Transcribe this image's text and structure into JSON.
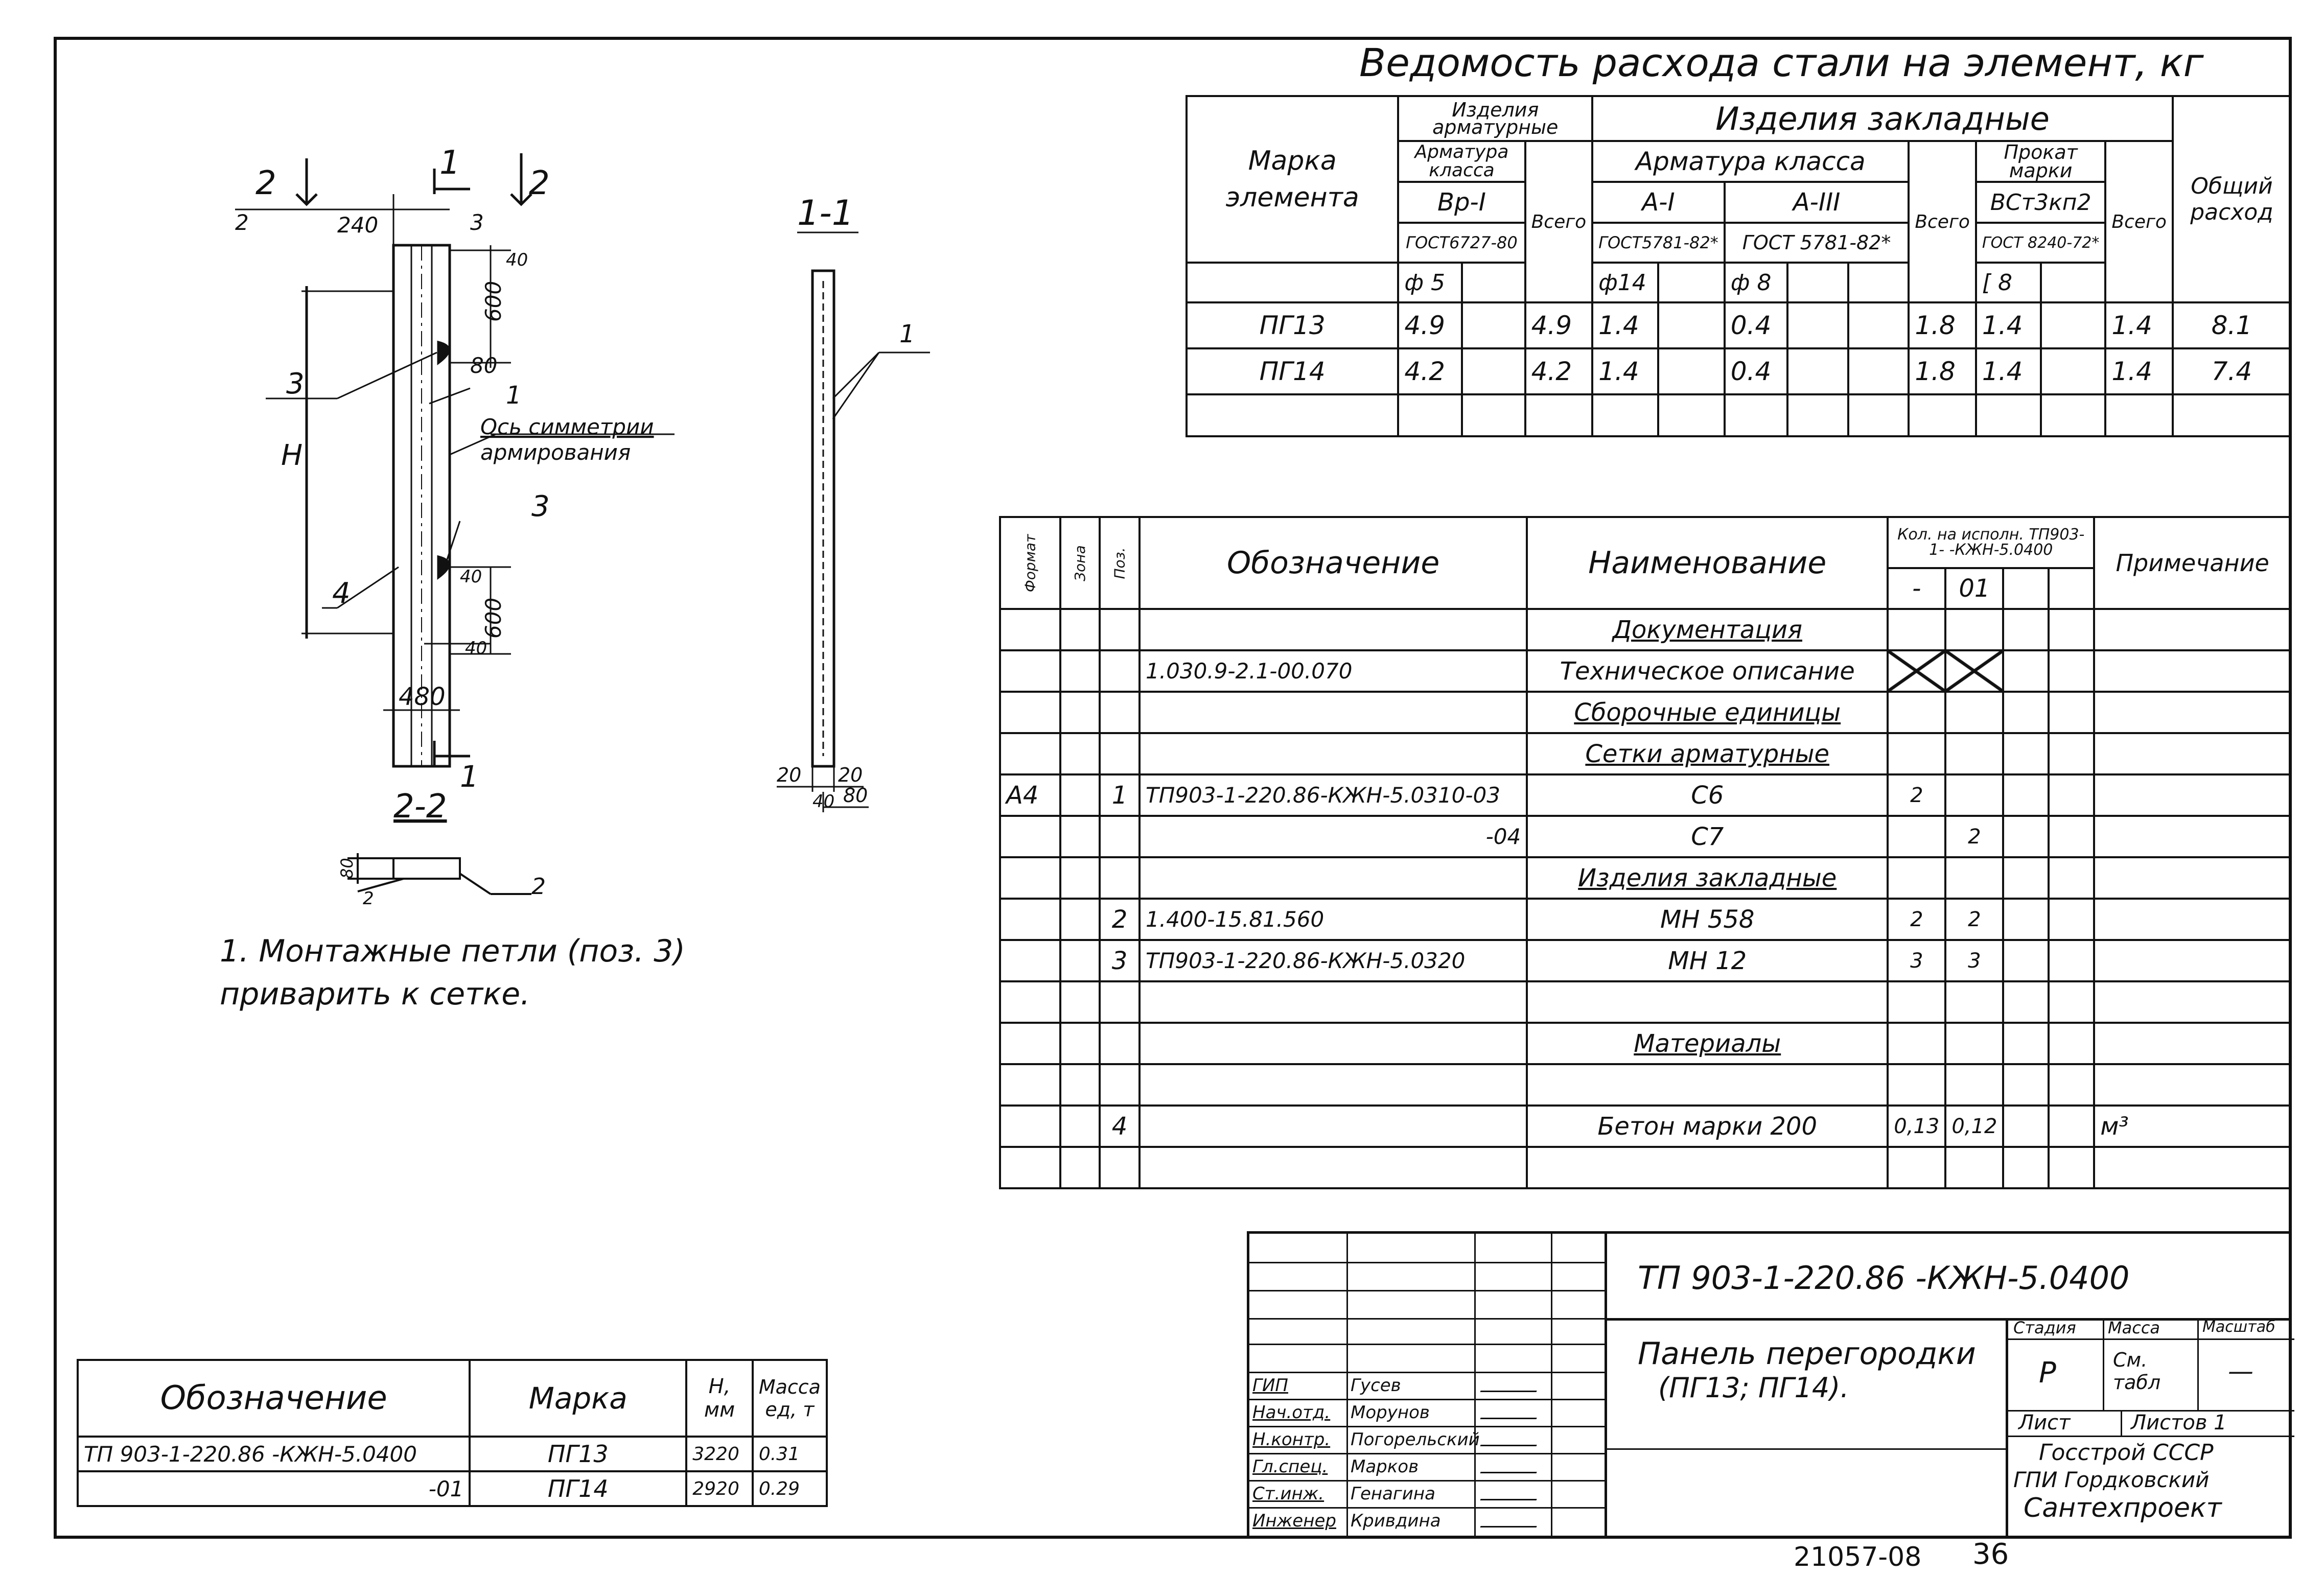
{
  "steel": {
    "title": "Ведомость расхода стали на элемент, кг",
    "h_mark": "Марка элемента",
    "h_arm": "Изделия арматурные",
    "h_emb": "Изделия закладные",
    "h_arm_class": "Арматура класса",
    "h_arm_class2": "Арматура класса",
    "h_rolled": "Прокат марки",
    "h_total": "Всего",
    "h_overall": "Общий расход",
    "cls_vp": "Вр-I",
    "cls_ai": "А-I",
    "cls_aiii": "А-III",
    "cls_vst": "ВСт3кп2",
    "gost_6727": "ГОСТ6727-80",
    "gost_5781a": "ГОСТ5781-82*",
    "gost_5781b": "ГОСТ 5781-82*",
    "gost_8240": "ГОСТ 8240-72*",
    "d5": "ф 5",
    "d14": "ф14",
    "d8": "ф 8",
    "c8": "[ 8",
    "rows": [
      {
        "mark": "ПГ13",
        "vp": "4.9",
        "arm_total": "4.9",
        "ai": "1.4",
        "aiii": "0.4",
        "emb_total": "1.8",
        "vst": "1.4",
        "rolled_total": "1.4",
        "overall": "8.1"
      },
      {
        "mark": "ПГ14",
        "vp": "4.2",
        "arm_total": "4.2",
        "ai": "1.4",
        "aiii": "0.4",
        "emb_total": "1.8",
        "vst": "1.4",
        "rolled_total": "1.4",
        "overall": "7.4"
      }
    ]
  },
  "spec": {
    "h_format": "Формат",
    "h_zone": "Зона",
    "h_pos": "Поз.",
    "h_desig": "Обозначение",
    "h_name": "Наименование",
    "h_qty": "Кол. на исполн. ТП903-1- -КЖН-5.0400",
    "h_dash": "-",
    "h_01": "01",
    "h_note": "Примечание",
    "rows": [
      {
        "fmt": "",
        "pos": "",
        "desig": "",
        "name": "Документация",
        "q1": "",
        "q2": "",
        "note": ""
      },
      {
        "fmt": "",
        "pos": "",
        "desig": "1.030.9-2.1-00.070",
        "name": "Техническое описание",
        "q1": "",
        "q2": "",
        "note": ""
      },
      {
        "fmt": "",
        "pos": "",
        "desig": "",
        "name": "Сборочные единицы",
        "q1": "",
        "q2": "",
        "note": ""
      },
      {
        "fmt": "",
        "pos": "",
        "desig": "",
        "name": "Сетки арматурные",
        "q1": "",
        "q2": "",
        "note": ""
      },
      {
        "fmt": "А4",
        "pos": "1",
        "desig": "ТП903-1-220.86-КЖН-5.0310-03",
        "name": "С6",
        "q1": "2",
        "q2": "",
        "note": ""
      },
      {
        "fmt": "",
        "pos": "",
        "desig": "-04",
        "name": "С7",
        "q1": "",
        "q2": "2",
        "note": ""
      },
      {
        "fmt": "",
        "pos": "",
        "desig": "",
        "name": "Изделия закладные",
        "q1": "",
        "q2": "",
        "note": ""
      },
      {
        "fmt": "",
        "pos": "2",
        "desig": "1.400-15.81.560",
        "name": "МН 558",
        "q1": "2",
        "q2": "2",
        "note": ""
      },
      {
        "fmt": "",
        "pos": "3",
        "desig": "ТП903-1-220.86-КЖН-5.0320",
        "name": "МН 12",
        "q1": "3",
        "q2": "3",
        "note": ""
      },
      {
        "fmt": "",
        "pos": "",
        "desig": "",
        "name": "",
        "q1": "",
        "q2": "",
        "note": ""
      },
      {
        "fmt": "",
        "pos": "",
        "desig": "",
        "name": "Материалы",
        "q1": "",
        "q2": "",
        "note": ""
      },
      {
        "fmt": "",
        "pos": "",
        "desig": "",
        "name": "",
        "q1": "",
        "q2": "",
        "note": ""
      },
      {
        "fmt": "",
        "pos": "4",
        "desig": "",
        "name": "Бетон марки 200",
        "q1": "0,13",
        "q2": "0,12",
        "note": "м³"
      },
      {
        "fmt": "",
        "pos": "",
        "desig": "",
        "name": "",
        "q1": "",
        "q2": "",
        "note": ""
      }
    ]
  },
  "drawing": {
    "sec11_top": "1",
    "sec11_top2": "1",
    "sec22_top": "2",
    "sec22_top2": "2",
    "dim_240": "240",
    "dim_3": "3",
    "dim_40a": "40",
    "dim_2": "2",
    "dim_600a": "600",
    "dim_80": "80",
    "dim_H": "Н",
    "label_3a": "3",
    "label_1": "1",
    "label_4": "4",
    "label_3b": "3",
    "axis_note": "Ось симметрии армирования",
    "dim_40b": "40",
    "dim_600b": "600",
    "dim_40c": "40",
    "dim_480": "480",
    "sec_1_1": "1-1",
    "s11_1": "1",
    "s11_20a": "20",
    "s11_20b": "20",
    "s11_40": "40",
    "s11_80": "80",
    "sec_2_2": "2-2",
    "s22_80": "80",
    "s22_2": "2",
    "s22_lbl": "2",
    "note": "1. Монтажные петли (поз. 3) приварить к сетке."
  },
  "marks": {
    "h_desig": "Обозначение",
    "h_mark": "Марка",
    "h_H": "Н, мм",
    "h_mass": "Масса ед, т",
    "rows": [
      {
        "desig": "ТП 903-1-220.86 -КЖН-5.0400",
        "mark": "ПГ13",
        "H": "3220",
        "mass": "0.31"
      },
      {
        "desig": "-01",
        "mark": "ПГ14",
        "H": "2920",
        "mass": "0.29"
      }
    ]
  },
  "stamp": {
    "code": "ТП 903-1-220.86 -КЖН-5.0400",
    "title1": "Панель перегородки",
    "title2": "(ПГ13; ПГ14).",
    "h_stage": "Стадия",
    "h_mass": "Масса",
    "h_scale": "Масштаб",
    "stage": "Р",
    "mass": "См. табл",
    "scale": "—",
    "sheet": "Лист",
    "sheets": "Листов 1",
    "org1": "Госстрой СССР",
    "org2": "ГПИ Гордковский",
    "org3": "Сантехпроект",
    "people": [
      {
        "role": "ГИП",
        "name": "Гусев"
      },
      {
        "role": "Нач.отд.",
        "name": "Морунов"
      },
      {
        "role": "Н.контр.",
        "name": "Погорельский"
      },
      {
        "role": "Гл.спец.",
        "name": "Марков"
      },
      {
        "role": "Ст.инж.",
        "name": "Генагина"
      },
      {
        "role": "Инженер",
        "name": "Кривдина"
      }
    ]
  },
  "footer": {
    "archive": "21057-08",
    "page": "36"
  }
}
